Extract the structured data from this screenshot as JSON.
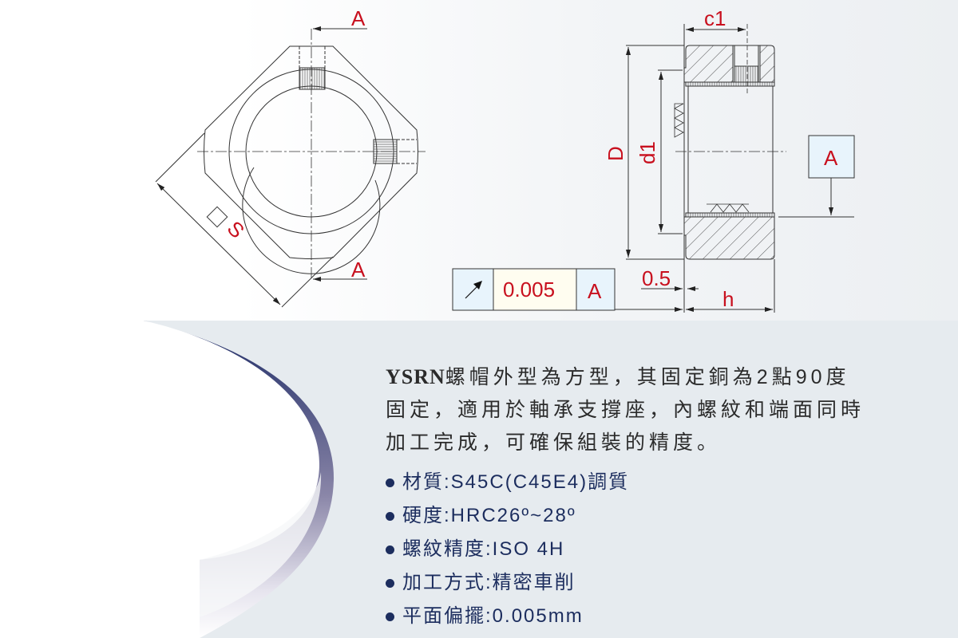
{
  "drawing": {
    "front_view": {
      "section_label_top": "A",
      "section_label_bottom": "A",
      "width_across_flats_label": "S"
    },
    "section_view": {
      "c1_label": "c1",
      "D_label": "D",
      "d1_label": "d1",
      "datum_label": "A",
      "offset_label": "0.5",
      "h_label": "h"
    },
    "tolerance_frame": {
      "symbol": "runout-arrow-icon",
      "value": "0.005",
      "datum": "A"
    }
  },
  "description": {
    "model": "YSRN",
    "lines": [
      "螺帽外型為方型，其固定銅為2點90度",
      "固定，適用於軸承支撐座，內螺紋和端面同時",
      "加工完成，可確保組裝的精度。"
    ]
  },
  "specs": [
    {
      "label": "材質",
      "value": "S45C(C45E4)調質"
    },
    {
      "label": "硬度",
      "value": "HRC26º~28º"
    },
    {
      "label": "螺紋精度",
      "value": "ISO 4H"
    },
    {
      "label": "加工方式",
      "value": "精密車削"
    },
    {
      "label": "平面偏擺",
      "value": "0.005mm"
    }
  ],
  "colors": {
    "dimension_red": "#c8101e",
    "navy": "#1c2d5e",
    "frame_blue": "#e8f4fc",
    "frame_cream": "#fffdf0"
  }
}
